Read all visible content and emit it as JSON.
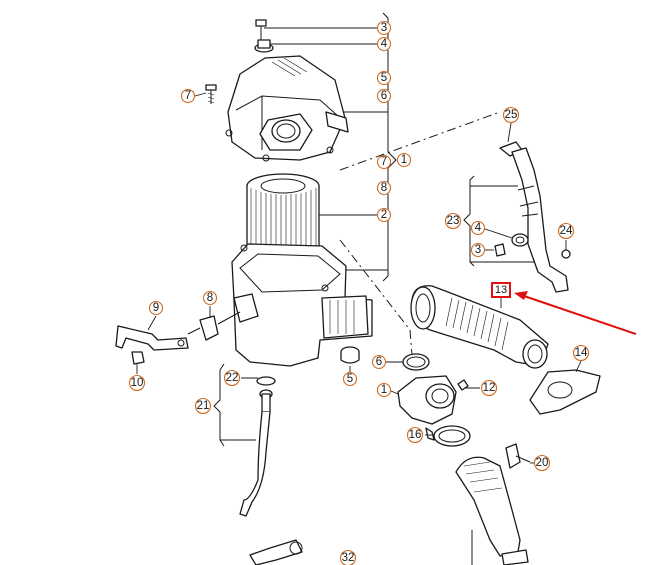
{
  "diagram": {
    "highlight_color": "#e01010",
    "callout_color": "#d2691e",
    "highlighted_part": "13",
    "callouts": [
      "3",
      "4",
      "5",
      "6",
      "7",
      "8",
      "1",
      "2",
      "7",
      "25",
      "23",
      "4",
      "3",
      "24",
      "9",
      "8",
      "10",
      "22",
      "21",
      "5",
      "6",
      "1",
      "12",
      "16",
      "14",
      "20",
      "32"
    ]
  }
}
